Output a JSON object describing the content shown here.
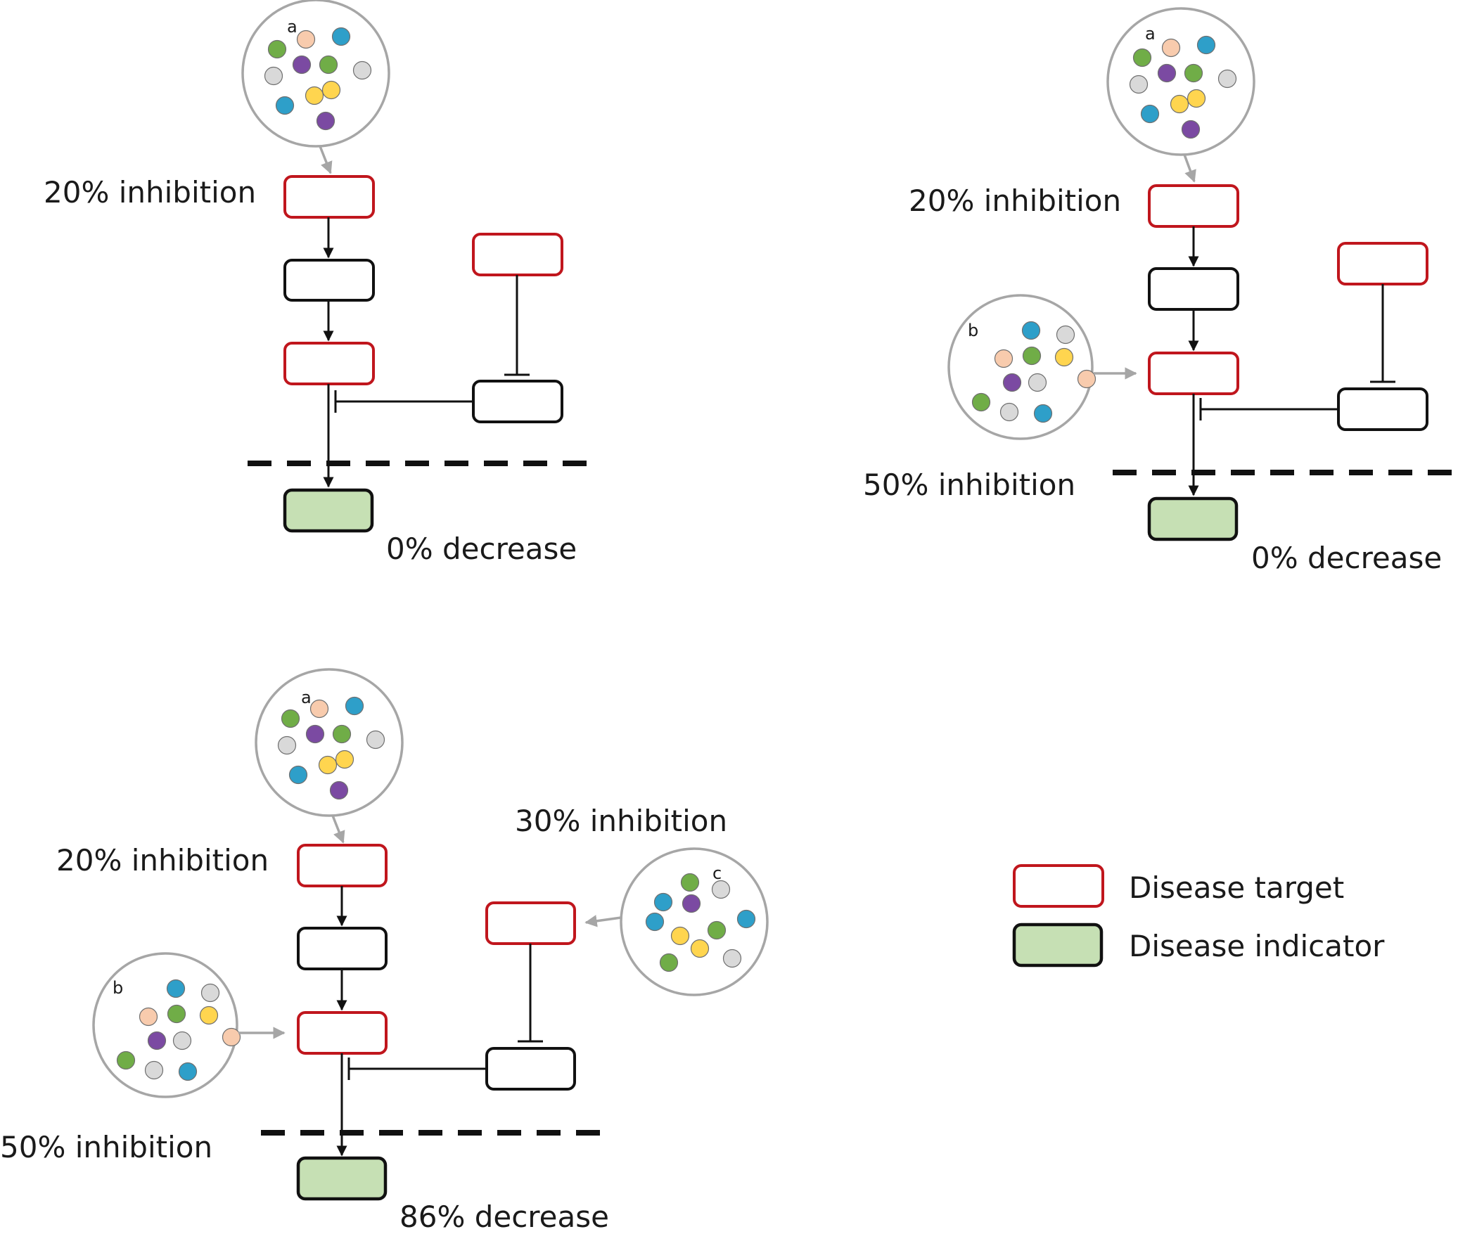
{
  "colors": {
    "target_border": "#c0161d",
    "node_border": "#111111",
    "indicator_fill": "#c6e0b4",
    "connector_gray": "#a6a6a6",
    "dot_green": "#70ad47",
    "dot_orange": "#f8cbad",
    "dot_blue": "#2e9fc9",
    "dot_purple": "#7b4aa2",
    "dot_gray": "#d9d9d9",
    "dot_yellow": "#ffd54f"
  },
  "cluster_labels": {
    "a": "a",
    "b": "b",
    "c": "c"
  },
  "panel_top_left": {
    "inhibition_a": "20% inhibition",
    "outcome": "0% decrease"
  },
  "panel_top_right": {
    "inhibition_a": "20% inhibition",
    "inhibition_b": "50% inhibition",
    "outcome": "0% decrease"
  },
  "panel_bottom": {
    "inhibition_a": "20% inhibition",
    "inhibition_b": "50% inhibition",
    "inhibition_c": "30% inhibition",
    "outcome": "86% decrease"
  },
  "legend": {
    "target_label": "Disease target",
    "indicator_label": "Disease indicator"
  }
}
